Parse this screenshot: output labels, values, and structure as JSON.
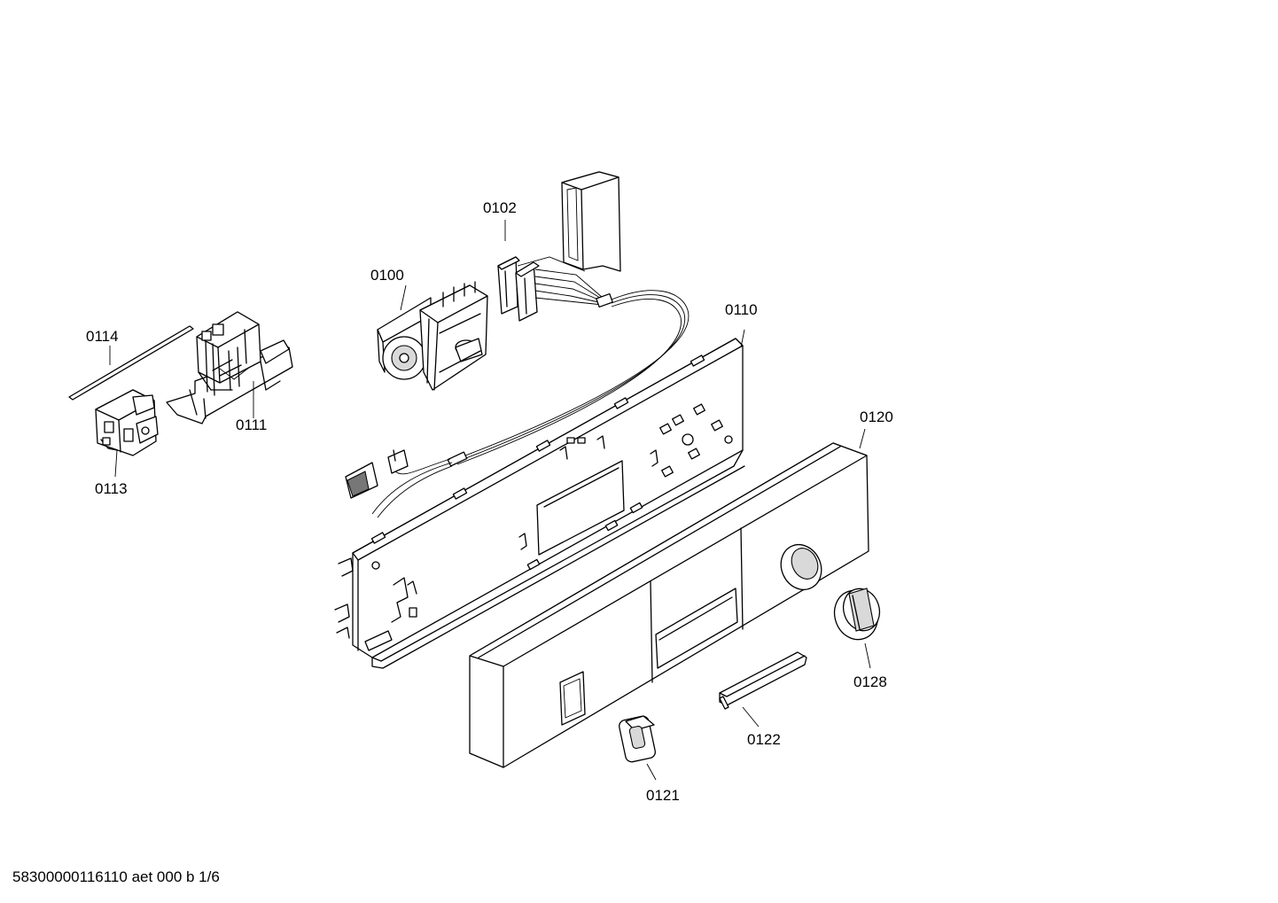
{
  "parts": [
    {
      "id": "p0100",
      "label": "0100"
    },
    {
      "id": "p0102",
      "label": "0102"
    },
    {
      "id": "p0110",
      "label": "0110"
    },
    {
      "id": "p0111",
      "label": "0111"
    },
    {
      "id": "p0113",
      "label": "0113"
    },
    {
      "id": "p0114",
      "label": "0114"
    },
    {
      "id": "p0120",
      "label": "0120"
    },
    {
      "id": "p0121",
      "label": "0121"
    },
    {
      "id": "p0122",
      "label": "0122"
    },
    {
      "id": "p0128",
      "label": "0128"
    }
  ],
  "footer": {
    "text": "58300000116110 aet 000 b 1/6"
  }
}
